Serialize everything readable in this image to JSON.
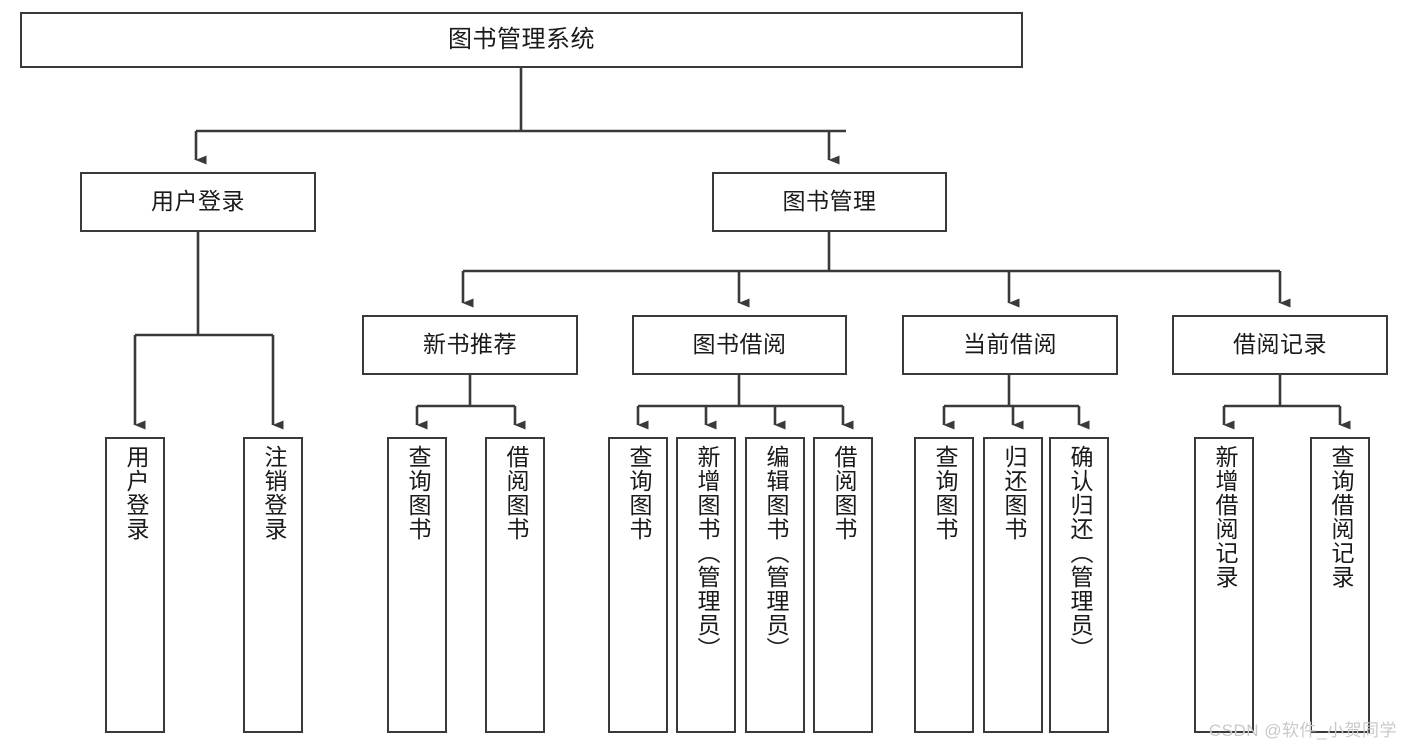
{
  "diagram": {
    "title": "图书管理系统",
    "type": "tree",
    "watermark": "CSDN @软件_小贺同学",
    "colors": {
      "stroke": "#3a3a3a",
      "box_fill": "#ffffff",
      "text": "#1a1a1a",
      "watermark": "#c9c9c9",
      "background": "#ffffff"
    },
    "levels": {
      "root": "图书管理系统",
      "level2": [
        "用户登录",
        "图书管理"
      ],
      "level3": [
        "新书推荐",
        "图书借阅",
        "当前借阅",
        "借阅记录"
      ]
    },
    "nodes": {
      "root": {
        "label": "图书管理系统",
        "orientation": "horizontal"
      },
      "user_login": {
        "label": "用户登录",
        "orientation": "horizontal"
      },
      "book_manage": {
        "label": "图书管理",
        "orientation": "horizontal"
      },
      "new_book_rec": {
        "label": "新书推荐",
        "orientation": "horizontal"
      },
      "book_borrow": {
        "label": "图书借阅",
        "orientation": "horizontal"
      },
      "current_borrow": {
        "label": "当前借阅",
        "orientation": "horizontal"
      },
      "borrow_record": {
        "label": "借阅记录",
        "orientation": "horizontal"
      },
      "leaf_user_login": {
        "label": "用户登录",
        "orientation": "vertical"
      },
      "leaf_logout": {
        "label": "注销登录",
        "orientation": "vertical"
      },
      "leaf_query_book_1": {
        "label": "查询图书",
        "orientation": "vertical"
      },
      "leaf_borrow_book_1": {
        "label": "借阅图书",
        "orientation": "vertical"
      },
      "leaf_query_book_2": {
        "label": "查询图书",
        "orientation": "vertical"
      },
      "leaf_add_book": {
        "label": "新增图书（管理员）",
        "orientation": "vertical"
      },
      "leaf_edit_book": {
        "label": "编辑图书（管理员）",
        "orientation": "vertical"
      },
      "leaf_borrow_book_2": {
        "label": "借阅图书",
        "orientation": "vertical"
      },
      "leaf_query_book_3": {
        "label": "查询图书",
        "orientation": "vertical"
      },
      "leaf_return_book": {
        "label": "归还图书",
        "orientation": "vertical"
      },
      "leaf_confirm_return": {
        "label": "确认归还（管理员）",
        "orientation": "vertical"
      },
      "leaf_add_record": {
        "label": "新增借阅记录",
        "orientation": "vertical"
      },
      "leaf_query_record": {
        "label": "查询借阅记录",
        "orientation": "vertical"
      }
    },
    "edges": [
      {
        "from": "图书管理系统",
        "to": "用户登录"
      },
      {
        "from": "图书管理系统",
        "to": "图书管理"
      },
      {
        "from": "用户登录",
        "to": "用户登录"
      },
      {
        "from": "用户登录",
        "to": "注销登录"
      },
      {
        "from": "图书管理",
        "to": "新书推荐"
      },
      {
        "from": "图书管理",
        "to": "图书借阅"
      },
      {
        "from": "图书管理",
        "to": "当前借阅"
      },
      {
        "from": "图书管理",
        "to": "借阅记录"
      },
      {
        "from": "新书推荐",
        "to": "查询图书"
      },
      {
        "from": "新书推荐",
        "to": "借阅图书"
      },
      {
        "from": "图书借阅",
        "to": "查询图书"
      },
      {
        "from": "图书借阅",
        "to": "新增图书（管理员）"
      },
      {
        "from": "图书借阅",
        "to": "编辑图书（管理员）"
      },
      {
        "from": "图书借阅",
        "to": "借阅图书"
      },
      {
        "from": "当前借阅",
        "to": "查询图书"
      },
      {
        "from": "当前借阅",
        "to": "归还图书"
      },
      {
        "from": "当前借阅",
        "to": "确认归还（管理员）"
      },
      {
        "from": "借阅记录",
        "to": "新增借阅记录"
      },
      {
        "from": "借阅记录",
        "to": "查询借阅记录"
      }
    ]
  }
}
